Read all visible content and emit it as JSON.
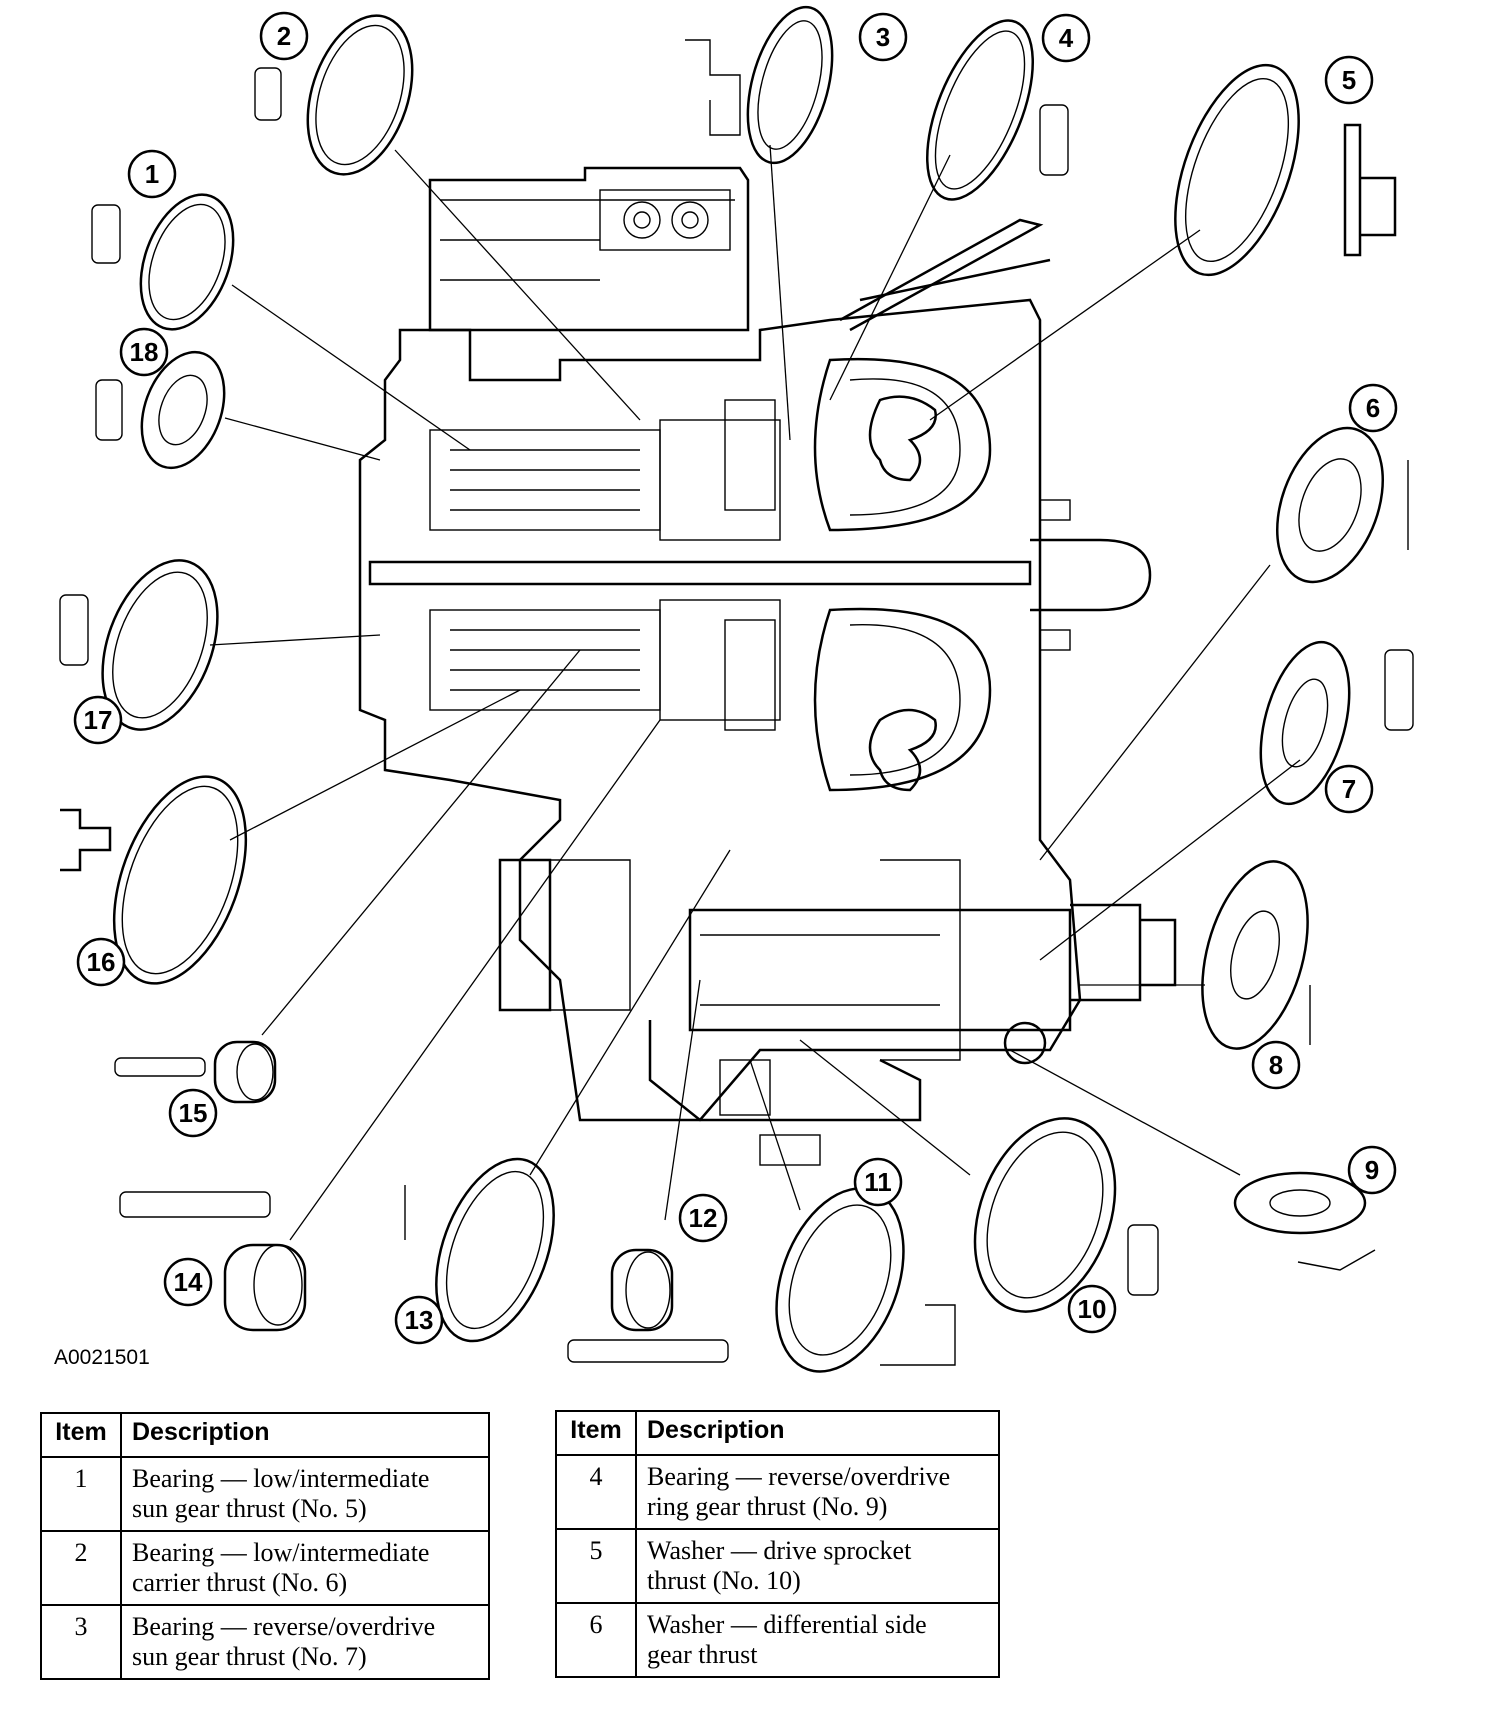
{
  "figure_id": "A0021501",
  "callouts": [
    "1",
    "2",
    "3",
    "4",
    "5",
    "6",
    "7",
    "8",
    "9",
    "10",
    "11",
    "12",
    "13",
    "14",
    "15",
    "16",
    "17",
    "18"
  ],
  "table_header": {
    "item": "Item",
    "description": "Description"
  },
  "table_left": [
    {
      "item": "1",
      "line1": "Bearing — low/intermediate",
      "line2": "sun gear thrust (No. 5)"
    },
    {
      "item": "2",
      "line1": "Bearing — low/intermediate",
      "line2": "carrier thrust (No. 6)"
    },
    {
      "item": "3",
      "line1": "Bearing — reverse/overdrive",
      "line2": "sun gear thrust (No. 7)"
    }
  ],
  "table_right": [
    {
      "item": "4",
      "line1": "Bearing — reverse/overdrive",
      "line2": "ring gear thrust (No. 9)"
    },
    {
      "item": "5",
      "line1": "Washer — drive sprocket",
      "line2": "thrust (No. 10)"
    },
    {
      "item": "6",
      "line1": "Washer — differential side",
      "line2": "gear thrust"
    }
  ]
}
